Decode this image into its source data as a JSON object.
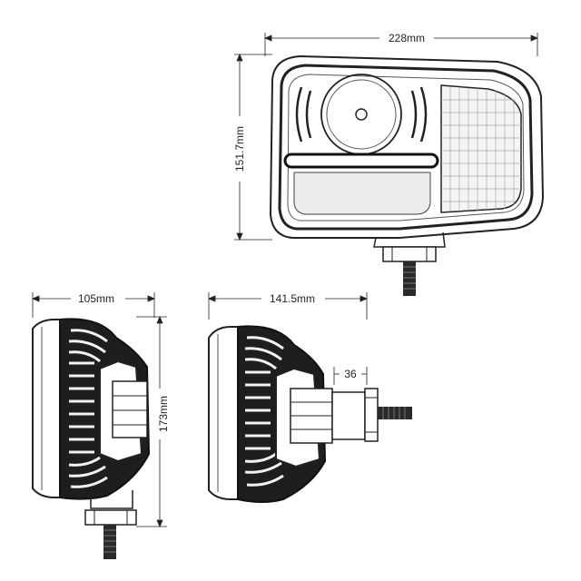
{
  "views": {
    "front": {
      "width_label": "228mm",
      "height_label": "151.7mm"
    },
    "side_left": {
      "width_label": "105mm",
      "height_label": "173mm"
    },
    "side_right": {
      "width_label": "141.5mm",
      "mount_label": "36"
    }
  },
  "colors": {
    "line": "#222222",
    "dark": "#1a1a1a",
    "fill": "#e8e8e8",
    "background": "#ffffff"
  }
}
